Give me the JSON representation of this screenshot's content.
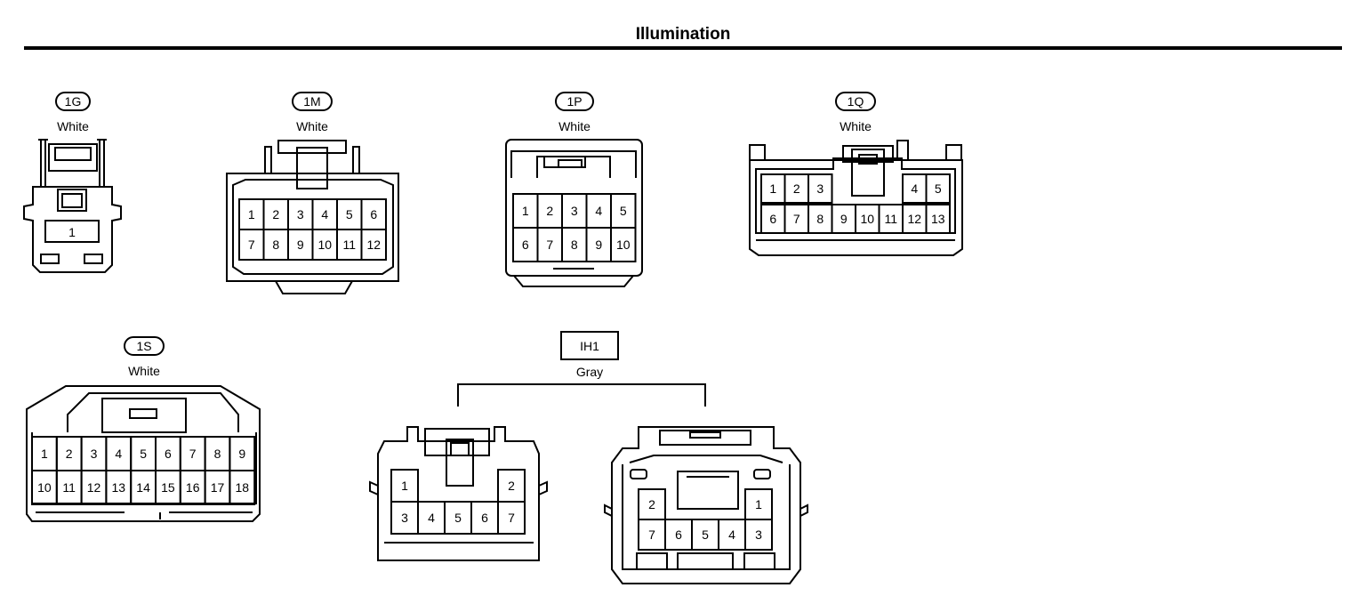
{
  "page": {
    "title": "Illumination"
  },
  "connectors": {
    "c1G": {
      "code": "1G",
      "color": "White",
      "pins": [
        "1"
      ]
    },
    "c1M": {
      "code": "1M",
      "color": "White",
      "pins": [
        "1",
        "2",
        "3",
        "4",
        "5",
        "6",
        "7",
        "8",
        "9",
        "10",
        "11",
        "12"
      ]
    },
    "c1P": {
      "code": "1P",
      "color": "White",
      "pins": [
        "1",
        "2",
        "3",
        "4",
        "5",
        "6",
        "7",
        "8",
        "9",
        "10"
      ]
    },
    "c1Q": {
      "code": "1Q",
      "color": "White",
      "pins": [
        "1",
        "2",
        "3",
        "4",
        "5",
        "6",
        "7",
        "8",
        "9",
        "10",
        "11",
        "12",
        "13"
      ]
    },
    "c1S": {
      "code": "1S",
      "color": "White",
      "pins": [
        "1",
        "2",
        "3",
        "4",
        "5",
        "6",
        "7",
        "8",
        "9",
        "10",
        "11",
        "12",
        "13",
        "14",
        "15",
        "16",
        "17",
        "18"
      ]
    },
    "cIH1": {
      "code": "IH1",
      "color": "Gray",
      "left_pins": [
        "1",
        "2",
        "3",
        "4",
        "5",
        "6",
        "7"
      ],
      "right_pins": [
        "2",
        "1",
        "7",
        "6",
        "5",
        "4",
        "3"
      ]
    }
  }
}
